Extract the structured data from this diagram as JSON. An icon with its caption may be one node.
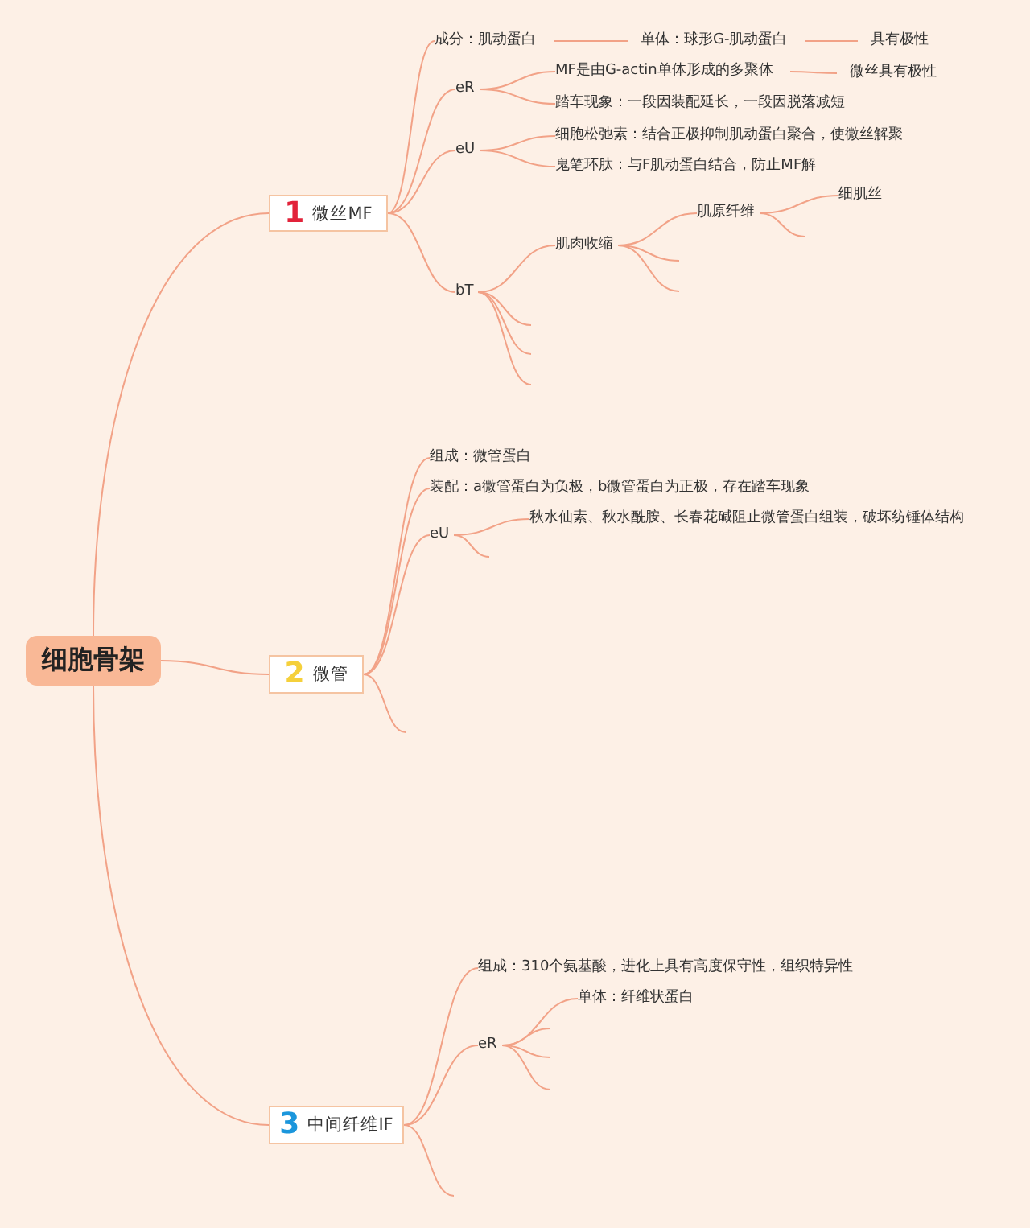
{
  "diagram": {
    "nodes": [
      {
        "text": [
          "细胞骨架"
        ]
      },
      {
        "text": [
          "1",
          "微丝MF"
        ]
      },
      {
        "text": [
          "成分：肌动蛋白"
        ]
      },
      {
        "text": [
          "单体：球形G-肌动蛋白"
        ]
      },
      {
        "text": [
          "具有极性"
        ]
      },
      {
        "text": [
          "eR"
        ]
      },
      {
        "text": [
          "MF是由G-actin单体形成的多聚体"
        ]
      },
      {
        "text": [
          "微丝具有极性"
        ]
      },
      {
        "text": [
          "踏车现象：一段因装配延长，一段因脱落减短"
        ]
      },
      {
        "text": [
          "eU"
        ]
      },
      {
        "text": [
          "细胞松弛素：结合正极抑制肌动蛋白聚合，使微丝解聚"
        ]
      },
      {
        "text": [
          "鬼笔环肽：与F肌动蛋白结合，防止MF解"
        ]
      },
      {
        "text": [
          "bT"
        ]
      },
      {
        "text": [
          "肌肉收缩"
        ]
      },
      {
        "text": [
          "肌原纤维"
        ]
      },
      {
        "text": [
          "细肌丝"
        ]
      },
      {
        "text": [
          "2",
          "微管"
        ]
      },
      {
        "text": [
          "组成：微管蛋白"
        ]
      },
      {
        "text": [
          "装配：a微管蛋白为负极，b微管蛋白为正极，存在踏车现象"
        ]
      },
      {
        "text": [
          "eU"
        ]
      },
      {
        "text": [
          "秋水仙素、秋水酰胺、长春花碱阻止微管蛋白组装，破坏纺锤体结构"
        ]
      },
      {
        "text": [
          "3",
          "中间纤维IF"
        ]
      },
      {
        "text": [
          "组成：310个氨基酸，进化上具有高度保守性，组织特异性"
        ]
      },
      {
        "text": [
          "eR"
        ]
      },
      {
        "text": [
          "单体：纤维状蛋白"
        ]
      }
    ],
    "edges": [
      {
        "from": 0,
        "to": 1,
        "arrow": "none"
      },
      {
        "from": 0,
        "to": 16,
        "arrow": "none"
      },
      {
        "from": 0,
        "to": 21,
        "arrow": "none"
      },
      {
        "from": 1,
        "to": 2,
        "arrow": "none"
      },
      {
        "from": 1,
        "to": 5,
        "arrow": "none"
      },
      {
        "from": 1,
        "to": 9,
        "arrow": "none"
      },
      {
        "from": 1,
        "to": 12,
        "arrow": "none"
      },
      {
        "from": 2,
        "to": 3,
        "arrow": "none"
      },
      {
        "from": 3,
        "to": 4,
        "arrow": "none"
      },
      {
        "from": 5,
        "to": 6,
        "arrow": "none"
      },
      {
        "from": 5,
        "to": 8,
        "arrow": "none"
      },
      {
        "from": 6,
        "to": 7,
        "arrow": "none"
      },
      {
        "from": 9,
        "to": 10,
        "arrow": "none"
      },
      {
        "from": 9,
        "to": 11,
        "arrow": "none"
      },
      {
        "from": 12,
        "to": 13,
        "arrow": "none"
      },
      {
        "from": 12,
        "to": null,
        "arrow": "none"
      },
      {
        "from": 12,
        "to": null,
        "arrow": "none"
      },
      {
        "from": 12,
        "to": null,
        "arrow": "none"
      },
      {
        "from": 13,
        "to": 14,
        "arrow": "none"
      },
      {
        "from": 13,
        "to": null,
        "arrow": "none"
      },
      {
        "from": 13,
        "to": null,
        "arrow": "none"
      },
      {
        "from": 14,
        "to": 15,
        "arrow": "none"
      },
      {
        "from": 14,
        "to": null,
        "arrow": "none"
      },
      {
        "from": 16,
        "to": 17,
        "arrow": "none"
      },
      {
        "from": 16,
        "to": 18,
        "arrow": "none"
      },
      {
        "from": 16,
        "to": 19,
        "arrow": "none"
      },
      {
        "from": 16,
        "to": null,
        "arrow": "none"
      },
      {
        "from": 19,
        "to": 20,
        "arrow": "none"
      },
      {
        "from": 19,
        "to": null,
        "arrow": "none"
      },
      {
        "from": 21,
        "to": 22,
        "arrow": "none"
      },
      {
        "from": 21,
        "to": 23,
        "arrow": "none"
      },
      {
        "from": 21,
        "to": null,
        "arrow": "none"
      },
      {
        "from": 23,
        "to": 24,
        "arrow": "none"
      },
      {
        "from": 23,
        "to": null,
        "arrow": "none"
      },
      {
        "from": 23,
        "to": null,
        "arrow": "none"
      },
      {
        "from": 23,
        "to": null,
        "arrow": "none"
      }
    ]
  }
}
